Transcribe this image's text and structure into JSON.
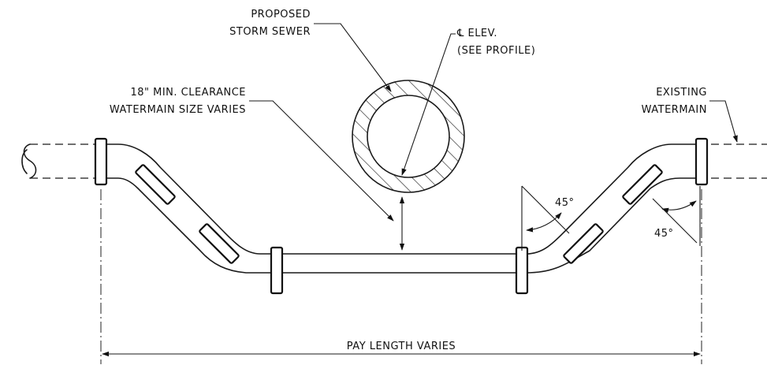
{
  "labels": {
    "proposed_sewer_line1": "PROPOSED",
    "proposed_sewer_line2": "STORM SEWER",
    "elev_line1": "℄ ELEV.",
    "elev_line2": "(SEE PROFILE)",
    "clearance_line1": "18\" MIN. CLEARANCE",
    "clearance_line2": "WATERMAIN SIZE VARIES",
    "existing_line1": "EXISTING",
    "existing_line2": "WATERMAIN",
    "angle_left": "45°",
    "angle_right": "45°",
    "pay_length": "PAY LENGTH VARIES"
  }
}
